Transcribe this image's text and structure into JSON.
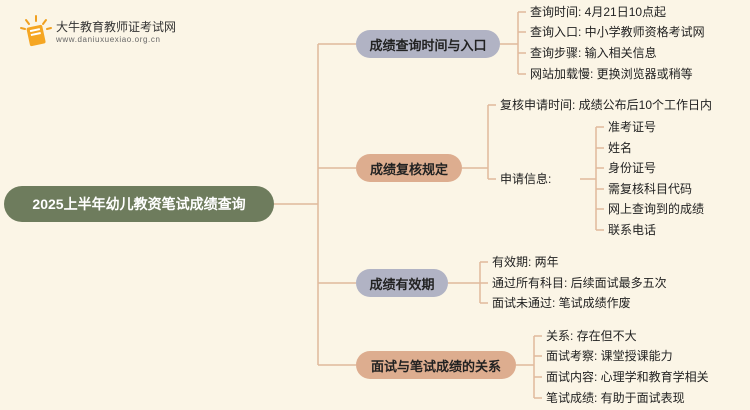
{
  "logo": {
    "title": "大牛教育教师证考试网",
    "url": "www.daniuxuexiao.org.cn"
  },
  "root": {
    "label": "2025上半年幼儿教资笔试成绩查询"
  },
  "branches": [
    {
      "label": "成绩查询时间与入口",
      "items": [
        "查询时间: 4月21日10点起",
        "查询入口: 中小学教师资格考试网",
        "查询步骤: 输入相关信息",
        "网站加载慢: 更换浏览器或稍等"
      ]
    },
    {
      "label": "成绩复核规定",
      "items": [
        "复核申请时间: 成绩公布后10个工作日内",
        "申请信息:"
      ],
      "sub_items": [
        "准考证号",
        "姓名",
        "身份证号",
        "需复核科目代码",
        "网上查询到的成绩",
        "联系电话"
      ]
    },
    {
      "label": "成绩有效期",
      "items": [
        "有效期: 两年",
        "通过所有科目: 后续面试最多五次",
        "面试未通过: 笔试成绩作废"
      ]
    },
    {
      "label": "面试与笔试成绩的关系",
      "items": [
        "关系: 存在但不大",
        "面试考察: 课堂授课能力",
        "面试内容: 心理学和教育学相关",
        "笔试成绩: 有助于面试表现"
      ]
    }
  ]
}
